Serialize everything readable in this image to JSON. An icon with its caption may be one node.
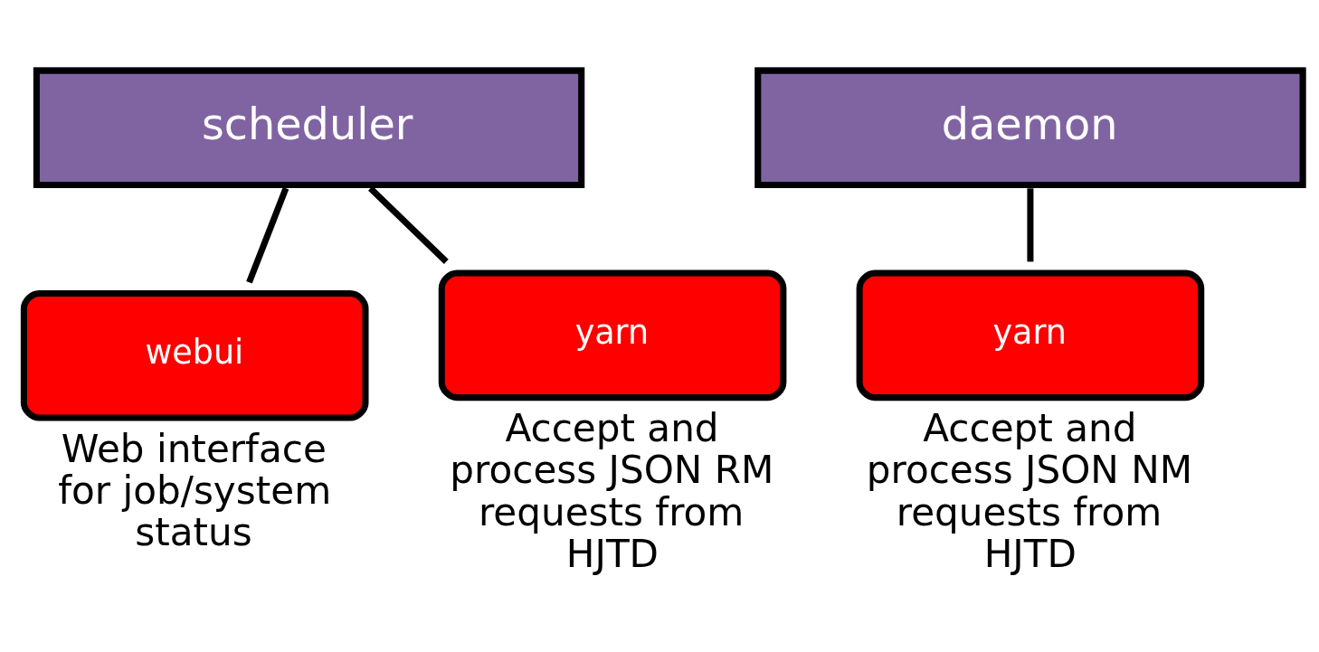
{
  "diagram": {
    "nodes": [
      {
        "text": [
          "scheduler"
        ]
      },
      {
        "text": [
          "webui"
        ],
        "beside": [
          "Web interface for job/system status"
        ]
      },
      {
        "text": [
          "yarn"
        ],
        "beside": [
          "Accept and process JSON RM requests from HJTD"
        ]
      },
      {
        "text": [
          "daemon"
        ]
      },
      {
        "text": [
          "yarn"
        ],
        "beside": [
          "Accept and process JSON NM requests from HJTD"
        ]
      }
    ],
    "edges": [
      {
        "from": 0,
        "to": 1,
        "arrow": "none"
      },
      {
        "from": 0,
        "to": 2,
        "arrow": "none"
      },
      {
        "from": 3,
        "to": 4,
        "arrow": "none"
      }
    ]
  }
}
